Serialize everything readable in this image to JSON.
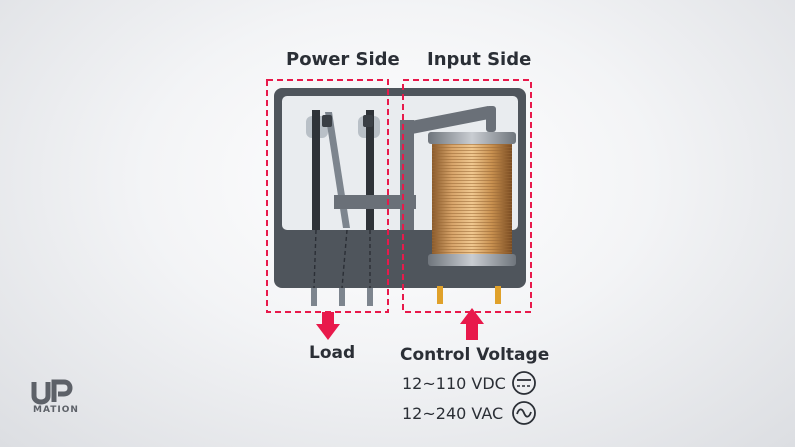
{
  "labels": {
    "power_side": "Power Side",
    "input_side": "Input Side",
    "load": "Load",
    "control_voltage": "Control Voltage",
    "dc_spec": "12~110 VDC",
    "ac_spec": "12~240 VAC"
  },
  "logo": {
    "text": "MATION",
    "mark": "UP"
  },
  "colors": {
    "accent": "#e8194b",
    "housing": "#4f555c",
    "housing_light": "#7d858e",
    "window": "#e9ecef",
    "coil": "#c9935a",
    "text": "#2b2f36"
  },
  "icons": {
    "dc": "dc-symbol-icon",
    "ac": "ac-symbol-icon"
  }
}
